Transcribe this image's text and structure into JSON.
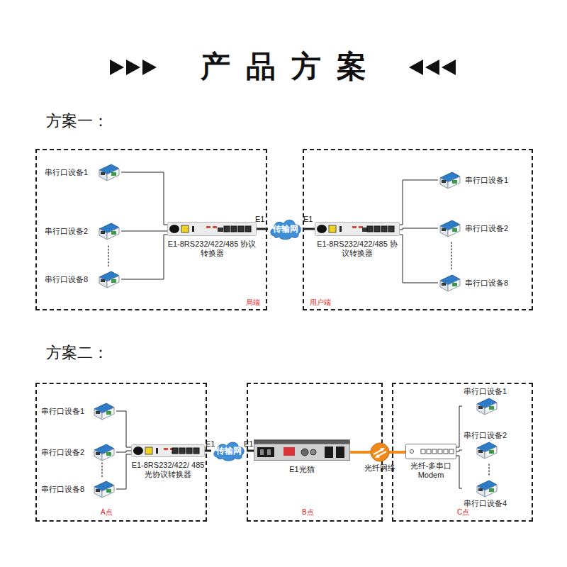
{
  "diagram": {
    "title": "产品方案",
    "nodes": [
      {
        "text": [
          "局端"
        ]
      },
      {
        "text": [
          "串行口设备1"
        ],
        "in": 0
      },
      {
        "text": [
          "串行口设备2"
        ],
        "in": 0
      },
      {
        "text": [
          "串行口设备8"
        ],
        "in": 0
      },
      {
        "text": [
          "E1-8RS232/422/485 协议转换器"
        ],
        "in": 0
      },
      {
        "text": [
          "传输网"
        ]
      },
      {
        "text": [
          "用户端"
        ]
      },
      {
        "text": [
          "E1-8RS232/422/485 协议转换器"
        ],
        "in": 6
      },
      {
        "text": [
          "串行口设备1"
        ],
        "in": 6
      },
      {
        "text": [
          "串行口设备2"
        ],
        "in": 6
      },
      {
        "text": [
          "串行口设备8"
        ],
        "in": 6
      },
      {
        "text": [
          "A点"
        ]
      },
      {
        "text": [
          "串行口设备1"
        ],
        "in": 11
      },
      {
        "text": [
          "串行口设备2"
        ],
        "in": 11
      },
      {
        "text": [
          "串行口设备8"
        ],
        "in": 11
      },
      {
        "text": [
          "E1-8RS232/422/ 485光协议转换器"
        ],
        "in": 11
      },
      {
        "text": [
          "传输网"
        ]
      },
      {
        "text": [
          "B点"
        ]
      },
      {
        "text": [
          "E1光猫"
        ],
        "in": 17
      },
      {
        "text": [
          "光纤网络"
        ]
      },
      {
        "text": [
          "C点"
        ]
      },
      {
        "text": [
          "光纤-多串口 Modem"
        ],
        "in": 20
      },
      {
        "text": [
          "串行口设备1"
        ],
        "in": 20
      },
      {
        "text": [
          "串行口设备2"
        ],
        "in": 20
      },
      {
        "text": [
          "串行口设备4"
        ],
        "in": 20
      }
    ],
    "edges": [
      {
        "from": 1,
        "to": 4,
        "arrow": "none"
      },
      {
        "from": 2,
        "to": 4,
        "arrow": "none"
      },
      {
        "from": 3,
        "to": 4,
        "arrow": "none"
      },
      {
        "from": 4,
        "to": 5,
        "label": "E1",
        "arrow": "none"
      },
      {
        "from": 5,
        "to": 7,
        "label": "E1",
        "arrow": "none"
      },
      {
        "from": 7,
        "to": 8,
        "arrow": "none"
      },
      {
        "from": 7,
        "to": 9,
        "arrow": "none"
      },
      {
        "from": 7,
        "to": 10,
        "arrow": "none"
      },
      {
        "from": 12,
        "to": 15,
        "arrow": "none"
      },
      {
        "from": 13,
        "to": 15,
        "arrow": "none"
      },
      {
        "from": 14,
        "to": 15,
        "arrow": "none"
      },
      {
        "from": 15,
        "to": 16,
        "label": "E1",
        "arrow": "none"
      },
      {
        "from": 16,
        "to": 18,
        "label": "E1",
        "arrow": "none"
      },
      {
        "from": 18,
        "to": 19,
        "arrow": "none"
      },
      {
        "from": 19,
        "to": 21,
        "arrow": "none"
      },
      {
        "from": 21,
        "to": 22,
        "arrow": "none"
      },
      {
        "from": 21,
        "to": 23,
        "arrow": "none"
      },
      {
        "from": 21,
        "to": 24,
        "arrow": "none"
      }
    ],
    "labels": [
      "方案一：",
      "方案二："
    ]
  }
}
